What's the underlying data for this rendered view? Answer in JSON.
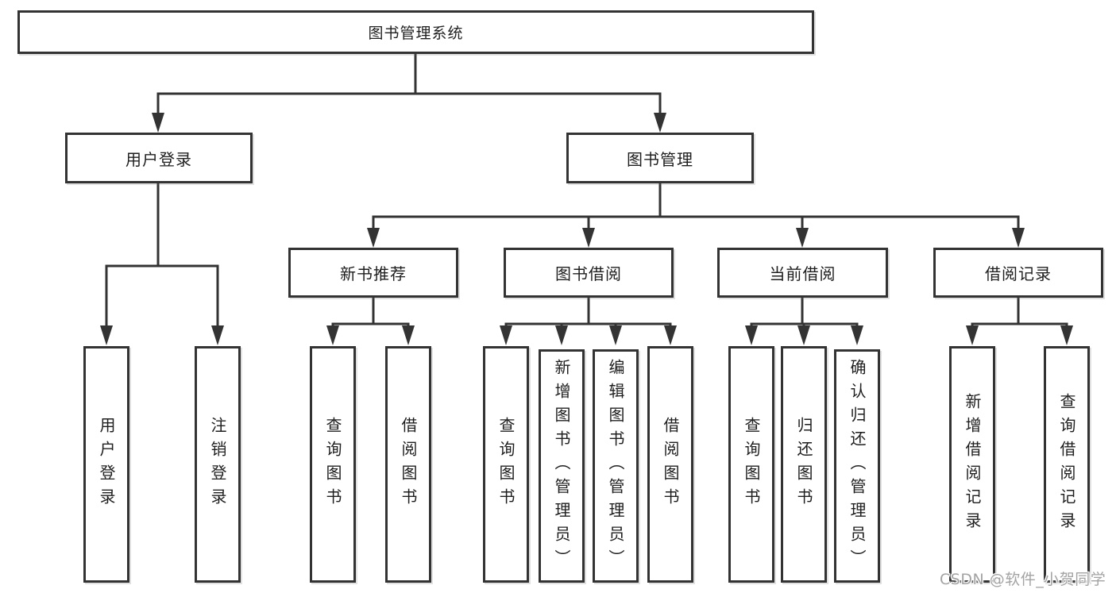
{
  "diagram": {
    "type": "hierarchy-tree",
    "title": "图书管理系统",
    "colors": {
      "line": "#333333",
      "box_border": "#333333",
      "box_background": "#ffffff",
      "text": "#1e1e1e",
      "watermark": "#a3a3a3",
      "background": "#ffffff"
    },
    "nodes": {
      "root": "图书管理系统",
      "user_login": "用户登录",
      "book_mgmt": "图书管理",
      "new_book_rec": "新书推荐",
      "book_borrow": "图书借阅",
      "current_borrow": "当前借阅",
      "borrow_records": "借阅记录",
      "leaf_user_login": "用户登录",
      "leaf_logout": "注销登录",
      "leaf_rec_query": "查询图书",
      "leaf_rec_borrow": "借阅图书",
      "leaf_bb_query": "查询图书",
      "leaf_bb_add": "新增图书（管理员）",
      "leaf_bb_edit": "编辑图书（管理员）",
      "leaf_bb_borrow": "借阅图书",
      "leaf_cb_query": "查询图书",
      "leaf_cb_return": "归还图书",
      "leaf_cb_confirm": "确认归还（管理员）",
      "leaf_br_add": "新增借阅记录",
      "leaf_br_query": "查询借阅记录"
    },
    "hierarchy": {
      "图书管理系统": {
        "用户登录": [
          "用户登录",
          "注销登录"
        ],
        "图书管理": {
          "新书推荐": [
            "查询图书",
            "借阅图书"
          ],
          "图书借阅": [
            "查询图书",
            "新增图书（管理员）",
            "编辑图书（管理员）",
            "借阅图书"
          ],
          "当前借阅": [
            "查询图书",
            "归还图书",
            "确认归还（管理员）"
          ],
          "借阅记录": [
            "新增借阅记录",
            "查询借阅记录"
          ]
        }
      }
    },
    "watermark": "CSDN @软件_小贺同学"
  }
}
